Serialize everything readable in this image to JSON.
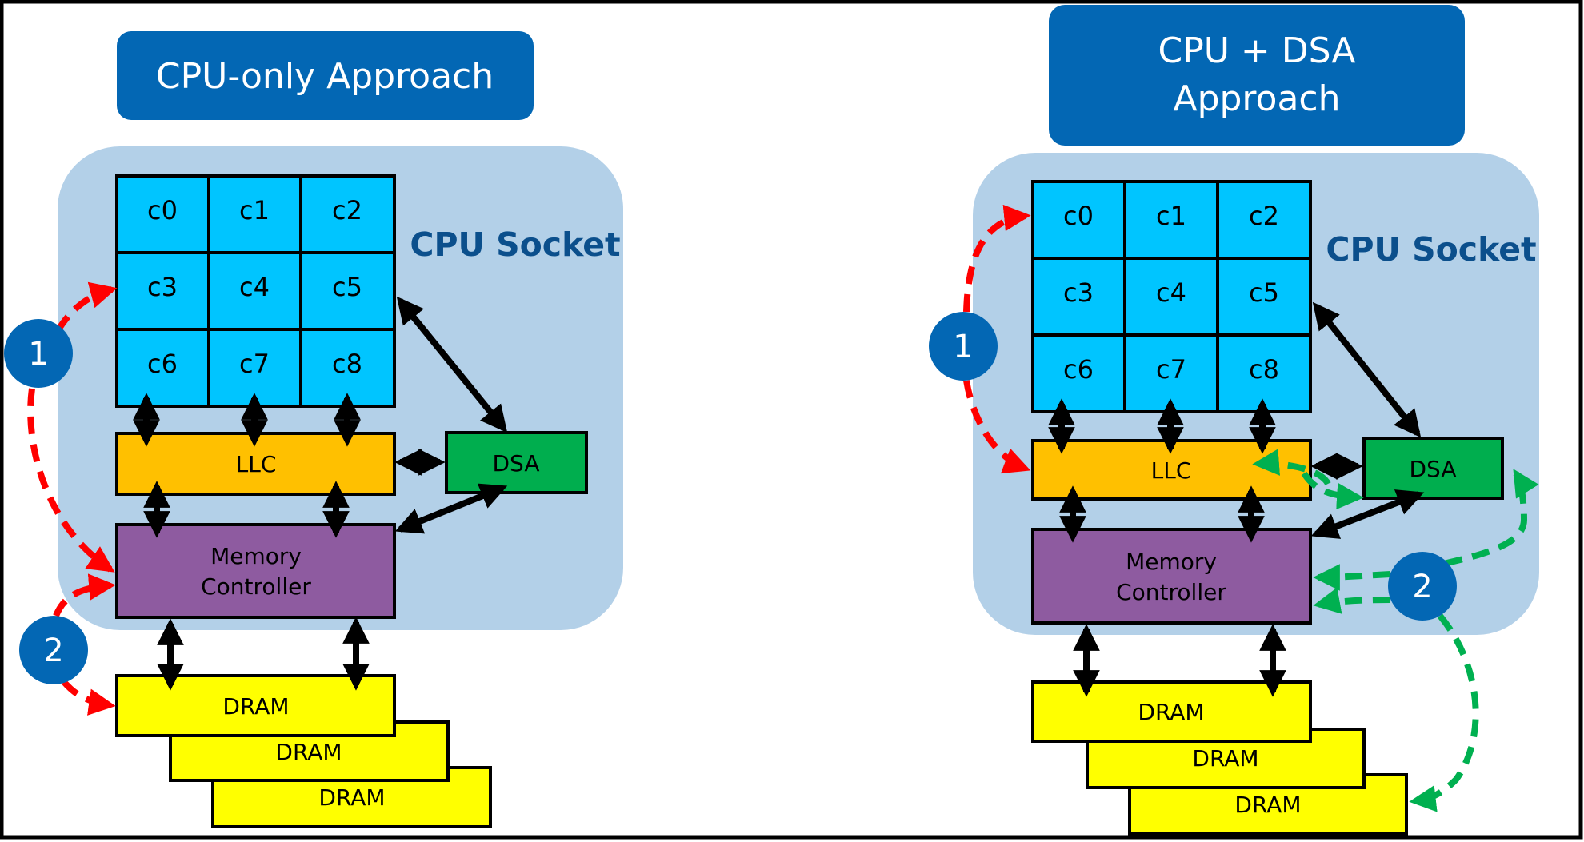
{
  "colors": {
    "title_bg": "#0367b4",
    "socket_bg": "#b3d0e8",
    "core": "#00c5ff",
    "llc": "#ffc000",
    "dsa": "#00ae4e",
    "memory_controller": "#8e5ba0",
    "dram": "#ffff00",
    "socket_label": "#0b4f8c",
    "marker": "#0367b4",
    "path1": "#ff0000",
    "path2": "#00b050",
    "link": "#000000"
  },
  "panels": [
    {
      "id": "cpu-only",
      "title_lines": [
        "CPU-only Approach"
      ],
      "socket_label": "CPU Socket",
      "cores": [
        "c0",
        "c1",
        "c2",
        "c3",
        "c4",
        "c5",
        "c6",
        "c7",
        "c8"
      ],
      "llc_label": "LLC",
      "dsa_label": "DSA",
      "mc_lines": [
        "Memory",
        "Controller"
      ],
      "dram_labels": [
        "DRAM",
        "DRAM",
        "DRAM"
      ],
      "markers": [
        "1",
        "2"
      ],
      "path_color_key": "path1"
    },
    {
      "id": "cpu-dsa",
      "title_lines": [
        "CPU + DSA",
        "Approach"
      ],
      "socket_label": "CPU Socket",
      "cores": [
        "c0",
        "c1",
        "c2",
        "c3",
        "c4",
        "c5",
        "c6",
        "c7",
        "c8"
      ],
      "llc_label": "LLC",
      "dsa_label": "DSA",
      "mc_lines": [
        "Memory",
        "Controller"
      ],
      "dram_labels": [
        "DRAM",
        "DRAM",
        "DRAM"
      ],
      "markers": [
        "1",
        "2"
      ],
      "path_color_key": "path2"
    }
  ]
}
